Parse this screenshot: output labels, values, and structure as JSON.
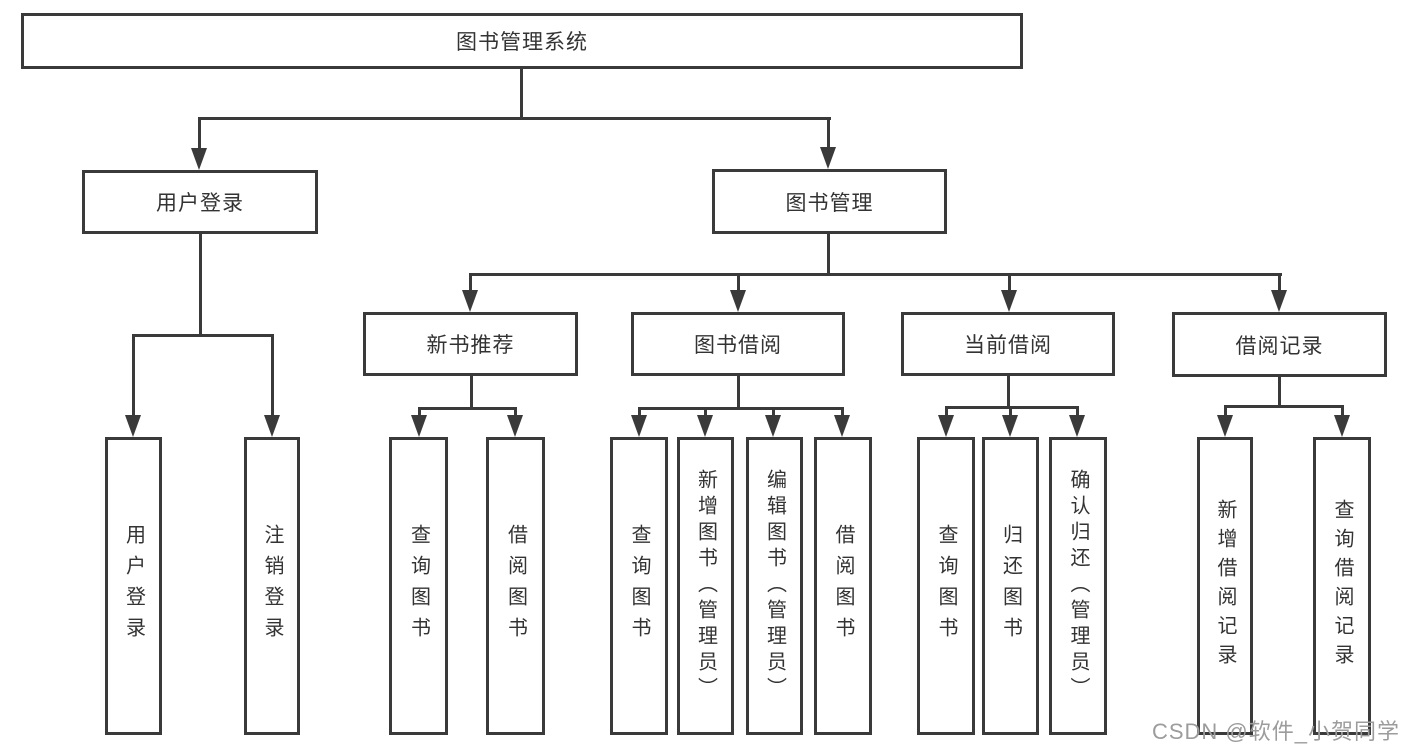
{
  "title": {
    "label": "图书管理系统"
  },
  "branches": [
    {
      "label": "用户登录",
      "children": [
        "用户登录",
        "注销登录"
      ]
    },
    {
      "label": "图书管理",
      "sections": [
        {
          "label": "新书推荐",
          "children": [
            "查询图书",
            "借阅图书"
          ]
        },
        {
          "label": "图书借阅",
          "children": [
            "查询图书",
            "新增图书（管理员）",
            "编辑图书（管理员）",
            "借阅图书"
          ]
        },
        {
          "label": "当前借阅",
          "children": [
            "查询图书",
            "归还图书",
            "确认归还（管理员）"
          ]
        },
        {
          "label": "借阅记录",
          "children": [
            "新增借阅记录",
            "查询借阅记录"
          ]
        }
      ]
    }
  ],
  "watermark": {
    "text": "CSDN @软件_小贺同学"
  },
  "colors": {
    "line": "#3a3a3a",
    "text": "#333333",
    "watermark": "#9c9c9c",
    "background": "#ffffff"
  }
}
